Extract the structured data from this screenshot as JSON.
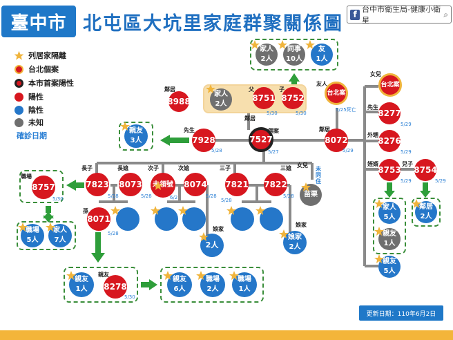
{
  "header": {
    "badge": "臺中市",
    "title": "北屯區大坑里家庭群聚關係圖",
    "fb_label": "台中市衛生局-健康小衛星"
  },
  "legend": {
    "home_isolation": "列居家隔離",
    "taipei_case": "台北個案",
    "index_case": "本市首案陽性",
    "positive": "陽性",
    "negative": "陰性",
    "unknown": "未知",
    "diagnosis_date": "確診日期"
  },
  "update": "更新日期：110年6月2日",
  "colors": {
    "positive": "#d7171f",
    "negative": "#2577c9",
    "unknown": "#6f6f6f",
    "accent": "#1f78c8",
    "group_border": "#3a8e3a",
    "arrow": "#2e9e3a",
    "star": "#f0b43c"
  },
  "nodes": {
    "n7527": {
      "label": "7527",
      "date": "5/27",
      "rel": "個案"
    },
    "n7928": {
      "label": "7928",
      "date": "5/28",
      "rel": "先生"
    },
    "n8751": {
      "label": "8751",
      "date": "5/30",
      "rel": "父"
    },
    "n8752": {
      "label": "8752",
      "date": "5/30",
      "rel": "子"
    },
    "n8988": {
      "label": "8988",
      "rel": "鄰居"
    },
    "n8072": {
      "label": "8072",
      "date": "5/29",
      "rel": "鄰居"
    },
    "taipei1": {
      "label": "台北案",
      "date": "5/25死亡",
      "rel": "友人"
    },
    "taipei2": {
      "label": "台北案",
      "rel": "女兒"
    },
    "n8277": {
      "label": "8277",
      "date": "5/29",
      "rel": "先生"
    },
    "n8276": {
      "label": "8276",
      "date": "5/29",
      "rel": "外甥"
    },
    "n8753": {
      "label": "8753",
      "date": "5/29",
      "rel": "姪婿"
    },
    "n8754": {
      "label": "8754",
      "date": "5/29",
      "rel": "兒子"
    },
    "n7823": {
      "label": "7823",
      "date": "5/28",
      "rel": "長子"
    },
    "n8073": {
      "label": "8073",
      "date": "5/28",
      "rel": "長媳"
    },
    "unreg": {
      "label": "未領號",
      "date": "6/2",
      "rel": "次子"
    },
    "n8074": {
      "label": "8074",
      "date": "5/28",
      "rel": "次媳"
    },
    "n7821": {
      "label": "7821",
      "date": "5/28",
      "rel": "三子"
    },
    "n7822": {
      "label": "7822",
      "date": "5/28",
      "rel": "三媳"
    },
    "miaoli": {
      "label": "苗栗",
      "rel": "女兒",
      "rel2": "未同住"
    },
    "n8757": {
      "label": "8757",
      "date": "5/30",
      "rel": "職場"
    },
    "n8071": {
      "label": "8071",
      "date": "5/28",
      "rel": "孫"
    },
    "n8278": {
      "label": "8278",
      "date": "5/30",
      "rel": "親友"
    }
  },
  "rels": {
    "in_law_home1": "娘家",
    "in_law_home2": "娘家"
  },
  "groups": {
    "g_top1": {
      "name": "家人",
      "count": "2人"
    },
    "g_top2": {
      "name": "同事",
      "count": "10人"
    },
    "g_top3": {
      "name": "友",
      "count": "1人"
    },
    "g_family": {
      "name": "家人",
      "count": "2人"
    },
    "g_friend3": {
      "name": "親友",
      "count": "3人"
    },
    "g_work5": {
      "name": "職場",
      "count": "5人"
    },
    "g_fam7": {
      "name": "家人",
      "count": "7人"
    },
    "g_friend1": {
      "name": "親友",
      "count": "1人"
    },
    "g_friend6": {
      "name": "親友",
      "count": "6人"
    },
    "g_work2": {
      "name": "職場",
      "count": "2人"
    },
    "g_work1": {
      "name": "職場",
      "count": "1人"
    },
    "g_2p": {
      "count": "2人"
    },
    "g_inlaw": {
      "name": "娘家",
      "count": "2人"
    },
    "g_fam5": {
      "name": "家人",
      "count": "5人"
    },
    "g_friend1b": {
      "name": "親友",
      "count": "1人"
    },
    "g_friend5": {
      "name": "親友",
      "count": "5人"
    },
    "g_neighbor2": {
      "name": "鄰居",
      "count": "2人"
    }
  }
}
